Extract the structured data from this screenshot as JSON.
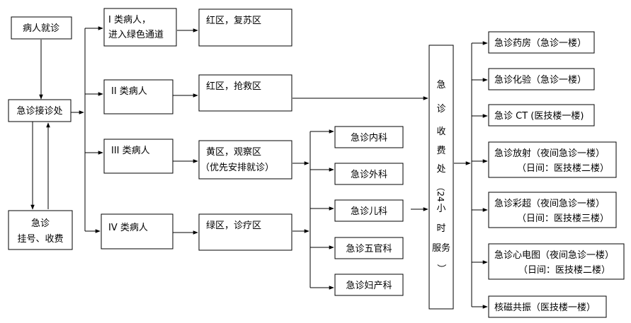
{
  "flowchart": {
    "patient_visit": "病人就诊",
    "reception": "急诊接诊处",
    "registration": [
      "急诊",
      "挂号、收费"
    ],
    "triage": [
      [
        "I 类病人，",
        "进入绿色通道"
      ],
      [
        "II 类病人"
      ],
      [
        "III 类病人"
      ],
      [
        "IV 类病人"
      ]
    ],
    "zones": [
      [
        "红区，复苏区"
      ],
      [
        "红区，抢救区"
      ],
      [
        "黄区，观察区",
        "（优先安排就诊）"
      ],
      [
        "绿区，诊疗区"
      ]
    ],
    "departments": [
      "急诊内科",
      "急诊外科",
      "急诊儿科",
      "急诊五官科",
      "急诊妇产科"
    ],
    "cashier": [
      "急",
      "诊",
      "收",
      "费",
      "处",
      "（24",
      "小",
      "时",
      "服务",
      "）"
    ],
    "services": [
      [
        "急诊药房（急诊一楼）"
      ],
      [
        "急诊化验（急诊一楼）"
      ],
      [
        "急诊 CT (医技楼一楼)"
      ],
      [
        "急诊放射（夜间急诊一楼）",
        "（日间：医技楼二楼）"
      ],
      [
        "急诊彩超（夜间急诊一楼）",
        "（日间：医技楼三楼）"
      ],
      [
        "急诊心电图（夜间急诊一楼）",
        "（日间：医技楼二楼）"
      ],
      [
        "核磁共振（医技楼一楼）"
      ]
    ]
  }
}
